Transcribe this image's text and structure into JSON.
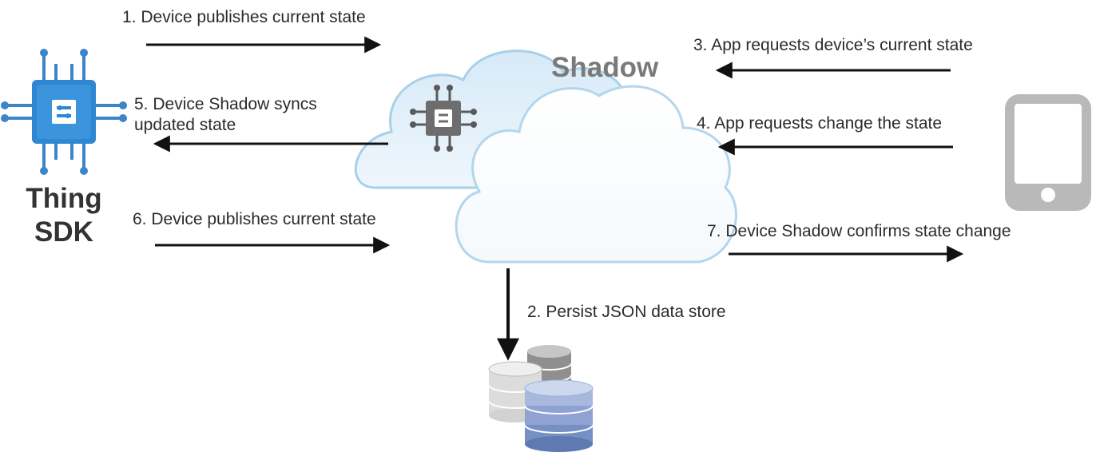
{
  "thing": {
    "label_line1": "Thing",
    "label_line2": "SDK",
    "icon": "chip-icon"
  },
  "shadow": {
    "label": "Shadow",
    "icon": "cloud-icon"
  },
  "steps": {
    "s1": "1. Device publishes current state",
    "s2": "2. Persist JSON data store",
    "s3": "3. App requests device’s current state",
    "s4": "4. App requests change the state",
    "s5_line1": "5. Device Shadow syncs",
    "s5_line2": "updated state",
    "s6": "6. Device publishes current state",
    "s7": "7. Device Shadow confirms state change"
  },
  "icons": {
    "device": "chip-icon",
    "mobile": "smartphone-icon",
    "storage": "database-icon"
  },
  "colors": {
    "chip_blue": "#2f86d2",
    "chip_gray": "#6d6d6d",
    "cloud_blue": "#cfe5f5",
    "cloud_border": "#a9d0ea",
    "db_blue": "#7790c4",
    "phone_gray": "#b9b9b9"
  }
}
